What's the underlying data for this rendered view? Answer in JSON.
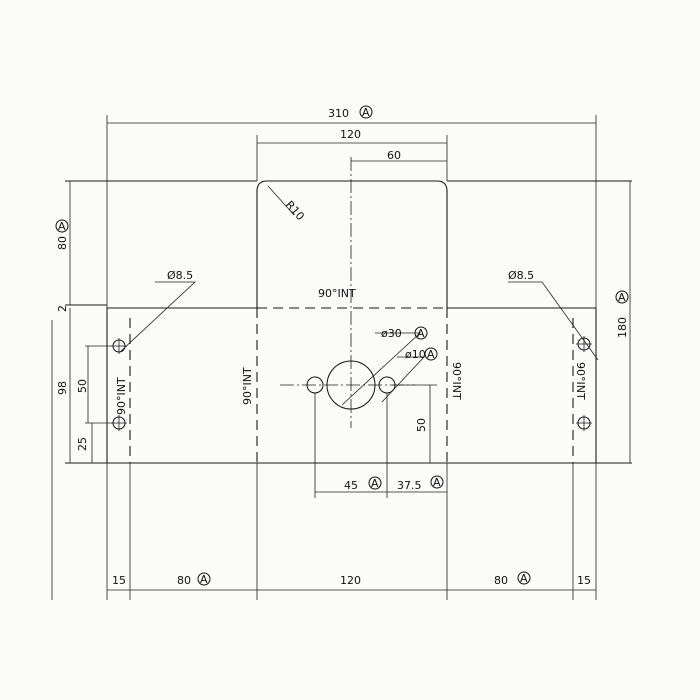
{
  "dimensions": {
    "overall_width": "310",
    "center_width": "120",
    "half_center": "60",
    "top_flap_height": "80",
    "fold_gap": "2",
    "wing_height": "98",
    "hole_spacing": "50",
    "hole_offset": "25",
    "overall_height": "180",
    "radius": "R10",
    "left_hole_dia": "Ø8.5",
    "right_hole_dia": "Ø8.5",
    "big_hole_dia": "ø30",
    "small_hole_dia": "ø10",
    "hole_height": "50",
    "small_hole_spacing": "45",
    "small_hole_edge": "37.5",
    "bottom_chain": [
      "15",
      "80",
      "120",
      "80",
      "15"
    ]
  },
  "bend_labels": {
    "top": "90°INT",
    "left_wing": "90°INT",
    "center_left": "90°INT",
    "center_right": "90°INT",
    "right_wing": "90°INT"
  },
  "tolerance_marker": "A"
}
